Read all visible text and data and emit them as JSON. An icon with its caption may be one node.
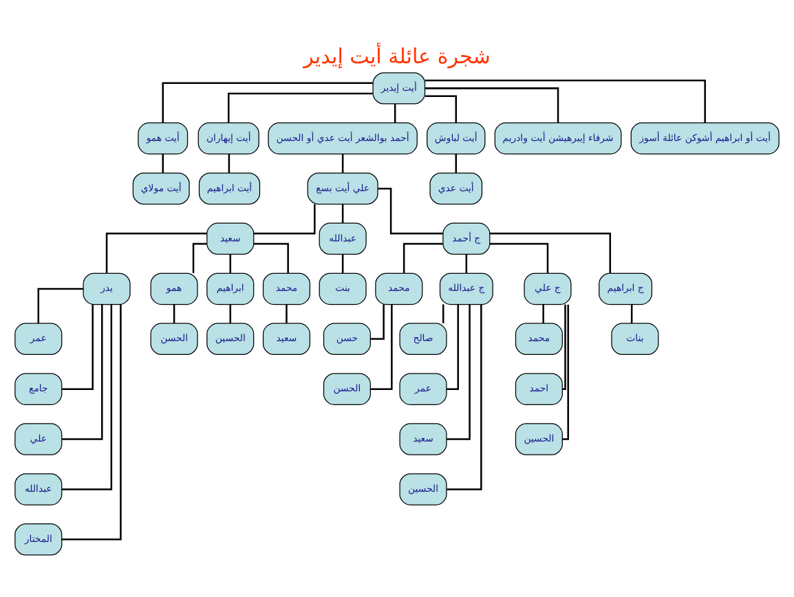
{
  "diagram": {
    "title": "شجرة عائلة أيت إيدير",
    "nodes": [
      {
        "text": [
          "أيت إيدير"
        ]
      },
      {
        "text": [
          "أيت همو"
        ]
      },
      {
        "text": [
          "أيت إيهاران"
        ]
      },
      {
        "text": [
          "أحمد بوالشعر أيت عدي أو الحسن"
        ]
      },
      {
        "text": [
          "أيت لباوش"
        ]
      },
      {
        "text": [
          "شرفاء إيبرهيشن أيت وادريم"
        ]
      },
      {
        "text": [
          "أيت أو ابراهيم أشوكن عائلة أسوز"
        ]
      },
      {
        "text": [
          "أيت مولاي"
        ]
      },
      {
        "text": [
          "أيت ابراهيم"
        ]
      },
      {
        "text": [
          "علي أيت بسع"
        ]
      },
      {
        "text": [
          "أيت عدي"
        ]
      },
      {
        "text": [
          "سعيد"
        ]
      },
      {
        "text": [
          "عبدالله"
        ]
      },
      {
        "text": [
          "ج أحمد"
        ]
      },
      {
        "text": [
          "يدر"
        ]
      },
      {
        "text": [
          "همو"
        ]
      },
      {
        "text": [
          "ابراهيم"
        ]
      },
      {
        "text": [
          "محمد"
        ]
      },
      {
        "text": [
          "بنت"
        ]
      },
      {
        "text": [
          "محمد"
        ]
      },
      {
        "text": [
          "ج عبدالله"
        ]
      },
      {
        "text": [
          "ج علي"
        ]
      },
      {
        "text": [
          "ج ابراهيم"
        ]
      },
      {
        "text": [
          "عمر"
        ]
      },
      {
        "text": [
          "جامع"
        ]
      },
      {
        "text": [
          "علي"
        ]
      },
      {
        "text": [
          "عبدالله"
        ]
      },
      {
        "text": [
          "المختار"
        ]
      },
      {
        "text": [
          "الحسن"
        ]
      },
      {
        "text": [
          "الحسين"
        ]
      },
      {
        "text": [
          "سعيد"
        ]
      },
      {
        "text": [
          "حسن"
        ]
      },
      {
        "text": [
          "الحسن"
        ]
      },
      {
        "text": [
          "صالح"
        ]
      },
      {
        "text": [
          "عمر"
        ]
      },
      {
        "text": [
          "سعيد"
        ]
      },
      {
        "text": [
          "الحسين"
        ]
      },
      {
        "text": [
          "محمد"
        ]
      },
      {
        "text": [
          "احمد"
        ]
      },
      {
        "text": [
          "الحسين"
        ]
      },
      {
        "text": [
          "بنات"
        ]
      }
    ],
    "edges": [
      {
        "from": 0,
        "to": 1,
        "arrow": "none"
      },
      {
        "from": 0,
        "to": 2,
        "arrow": "none"
      },
      {
        "from": 0,
        "to": 3,
        "arrow": "none"
      },
      {
        "from": 0,
        "to": 4,
        "arrow": "none"
      },
      {
        "from": 0,
        "to": 5,
        "arrow": "none"
      },
      {
        "from": 0,
        "to": 6,
        "arrow": "none"
      },
      {
        "from": 1,
        "to": 7,
        "arrow": "none"
      },
      {
        "from": 2,
        "to": 8,
        "arrow": "none"
      },
      {
        "from": 3,
        "to": 9,
        "arrow": "none"
      },
      {
        "from": 4,
        "to": 10,
        "arrow": "none"
      },
      {
        "from": 9,
        "to": 11,
        "arrow": "none"
      },
      {
        "from": 9,
        "to": 12,
        "arrow": "none"
      },
      {
        "from": 9,
        "to": 13,
        "arrow": "none"
      },
      {
        "from": 11,
        "to": 14,
        "arrow": "none"
      },
      {
        "from": 11,
        "to": 15,
        "arrow": "none"
      },
      {
        "from": 11,
        "to": 16,
        "arrow": "none"
      },
      {
        "from": 11,
        "to": 17,
        "arrow": "none"
      },
      {
        "from": 12,
        "to": 18,
        "arrow": "none"
      },
      {
        "from": 13,
        "to": 19,
        "arrow": "none"
      },
      {
        "from": 13,
        "to": 20,
        "arrow": "none"
      },
      {
        "from": 13,
        "to": 21,
        "arrow": "none"
      },
      {
        "from": 13,
        "to": 22,
        "arrow": "none"
      },
      {
        "from": 14,
        "to": 23,
        "arrow": "none"
      },
      {
        "from": 14,
        "to": 24,
        "arrow": "none"
      },
      {
        "from": 14,
        "to": 25,
        "arrow": "none"
      },
      {
        "from": 14,
        "to": 26,
        "arrow": "none"
      },
      {
        "from": 14,
        "to": 27,
        "arrow": "none"
      },
      {
        "from": 15,
        "to": 28,
        "arrow": "none"
      },
      {
        "from": 16,
        "to": 29,
        "arrow": "none"
      },
      {
        "from": 17,
        "to": 30,
        "arrow": "none"
      },
      {
        "from": 19,
        "to": 31,
        "arrow": "none"
      },
      {
        "from": 19,
        "to": 32,
        "arrow": "none"
      },
      {
        "from": 20,
        "to": 33,
        "arrow": "none"
      },
      {
        "from": 20,
        "to": 34,
        "arrow": "none"
      },
      {
        "from": 20,
        "to": 35,
        "arrow": "none"
      },
      {
        "from": 20,
        "to": 36,
        "arrow": "none"
      },
      {
        "from": 21,
        "to": 37,
        "arrow": "none"
      },
      {
        "from": 21,
        "to": 38,
        "arrow": "none"
      },
      {
        "from": 21,
        "to": 39,
        "arrow": "none"
      },
      {
        "from": 22,
        "to": 40,
        "arrow": "none"
      }
    ]
  }
}
